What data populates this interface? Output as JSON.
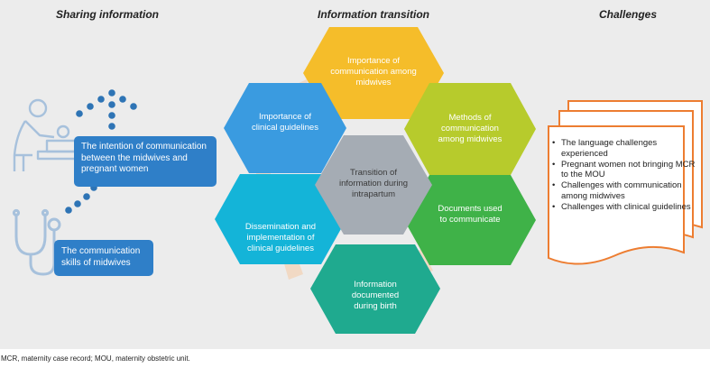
{
  "headings": {
    "sharing": "Sharing information",
    "transition": "Information transition",
    "challenges": "Challenges"
  },
  "center": "Transition of information during intrapartum",
  "hexagons": {
    "top": "Importance of communication among midwives",
    "upper_right": "Methods of communication among midwives",
    "lower_right": "Documents used to communicate",
    "bottom": "Information documented during birth",
    "lower_left": "Dissemination and implementation of clinical guidelines",
    "upper_left": "Importance of clinical guidelines"
  },
  "sharing": {
    "intention": "The intention of communication between the midwives and pregnant women",
    "skills": "The communication skills of midwives"
  },
  "challenges": [
    "The language challenges experienced",
    "Pregnant women not bringing MCR to the MOU",
    "Challenges with communication among midwives",
    "Challenges with clinical guidelines"
  ],
  "footnote": "MCR, maternity case record; MOU, maternity obstetric unit.",
  "colors": {
    "top": "#f5bd2a",
    "upper_right": "#b7cb2c",
    "lower_right": "#3fb248",
    "bottom": "#1faa8f",
    "lower_left": "#14b4d8",
    "upper_left": "#3a9be0",
    "center": "#a5acb4",
    "connector": "#f1d9c4",
    "info_box": "#2f7fc8",
    "challenge_border": "#ed7d31",
    "icon": "#a7c1dc",
    "dots": "#2e74b5"
  },
  "icons": [
    "mother-baby-icon",
    "stethoscope-icon",
    "dots-arrow-icon"
  ]
}
